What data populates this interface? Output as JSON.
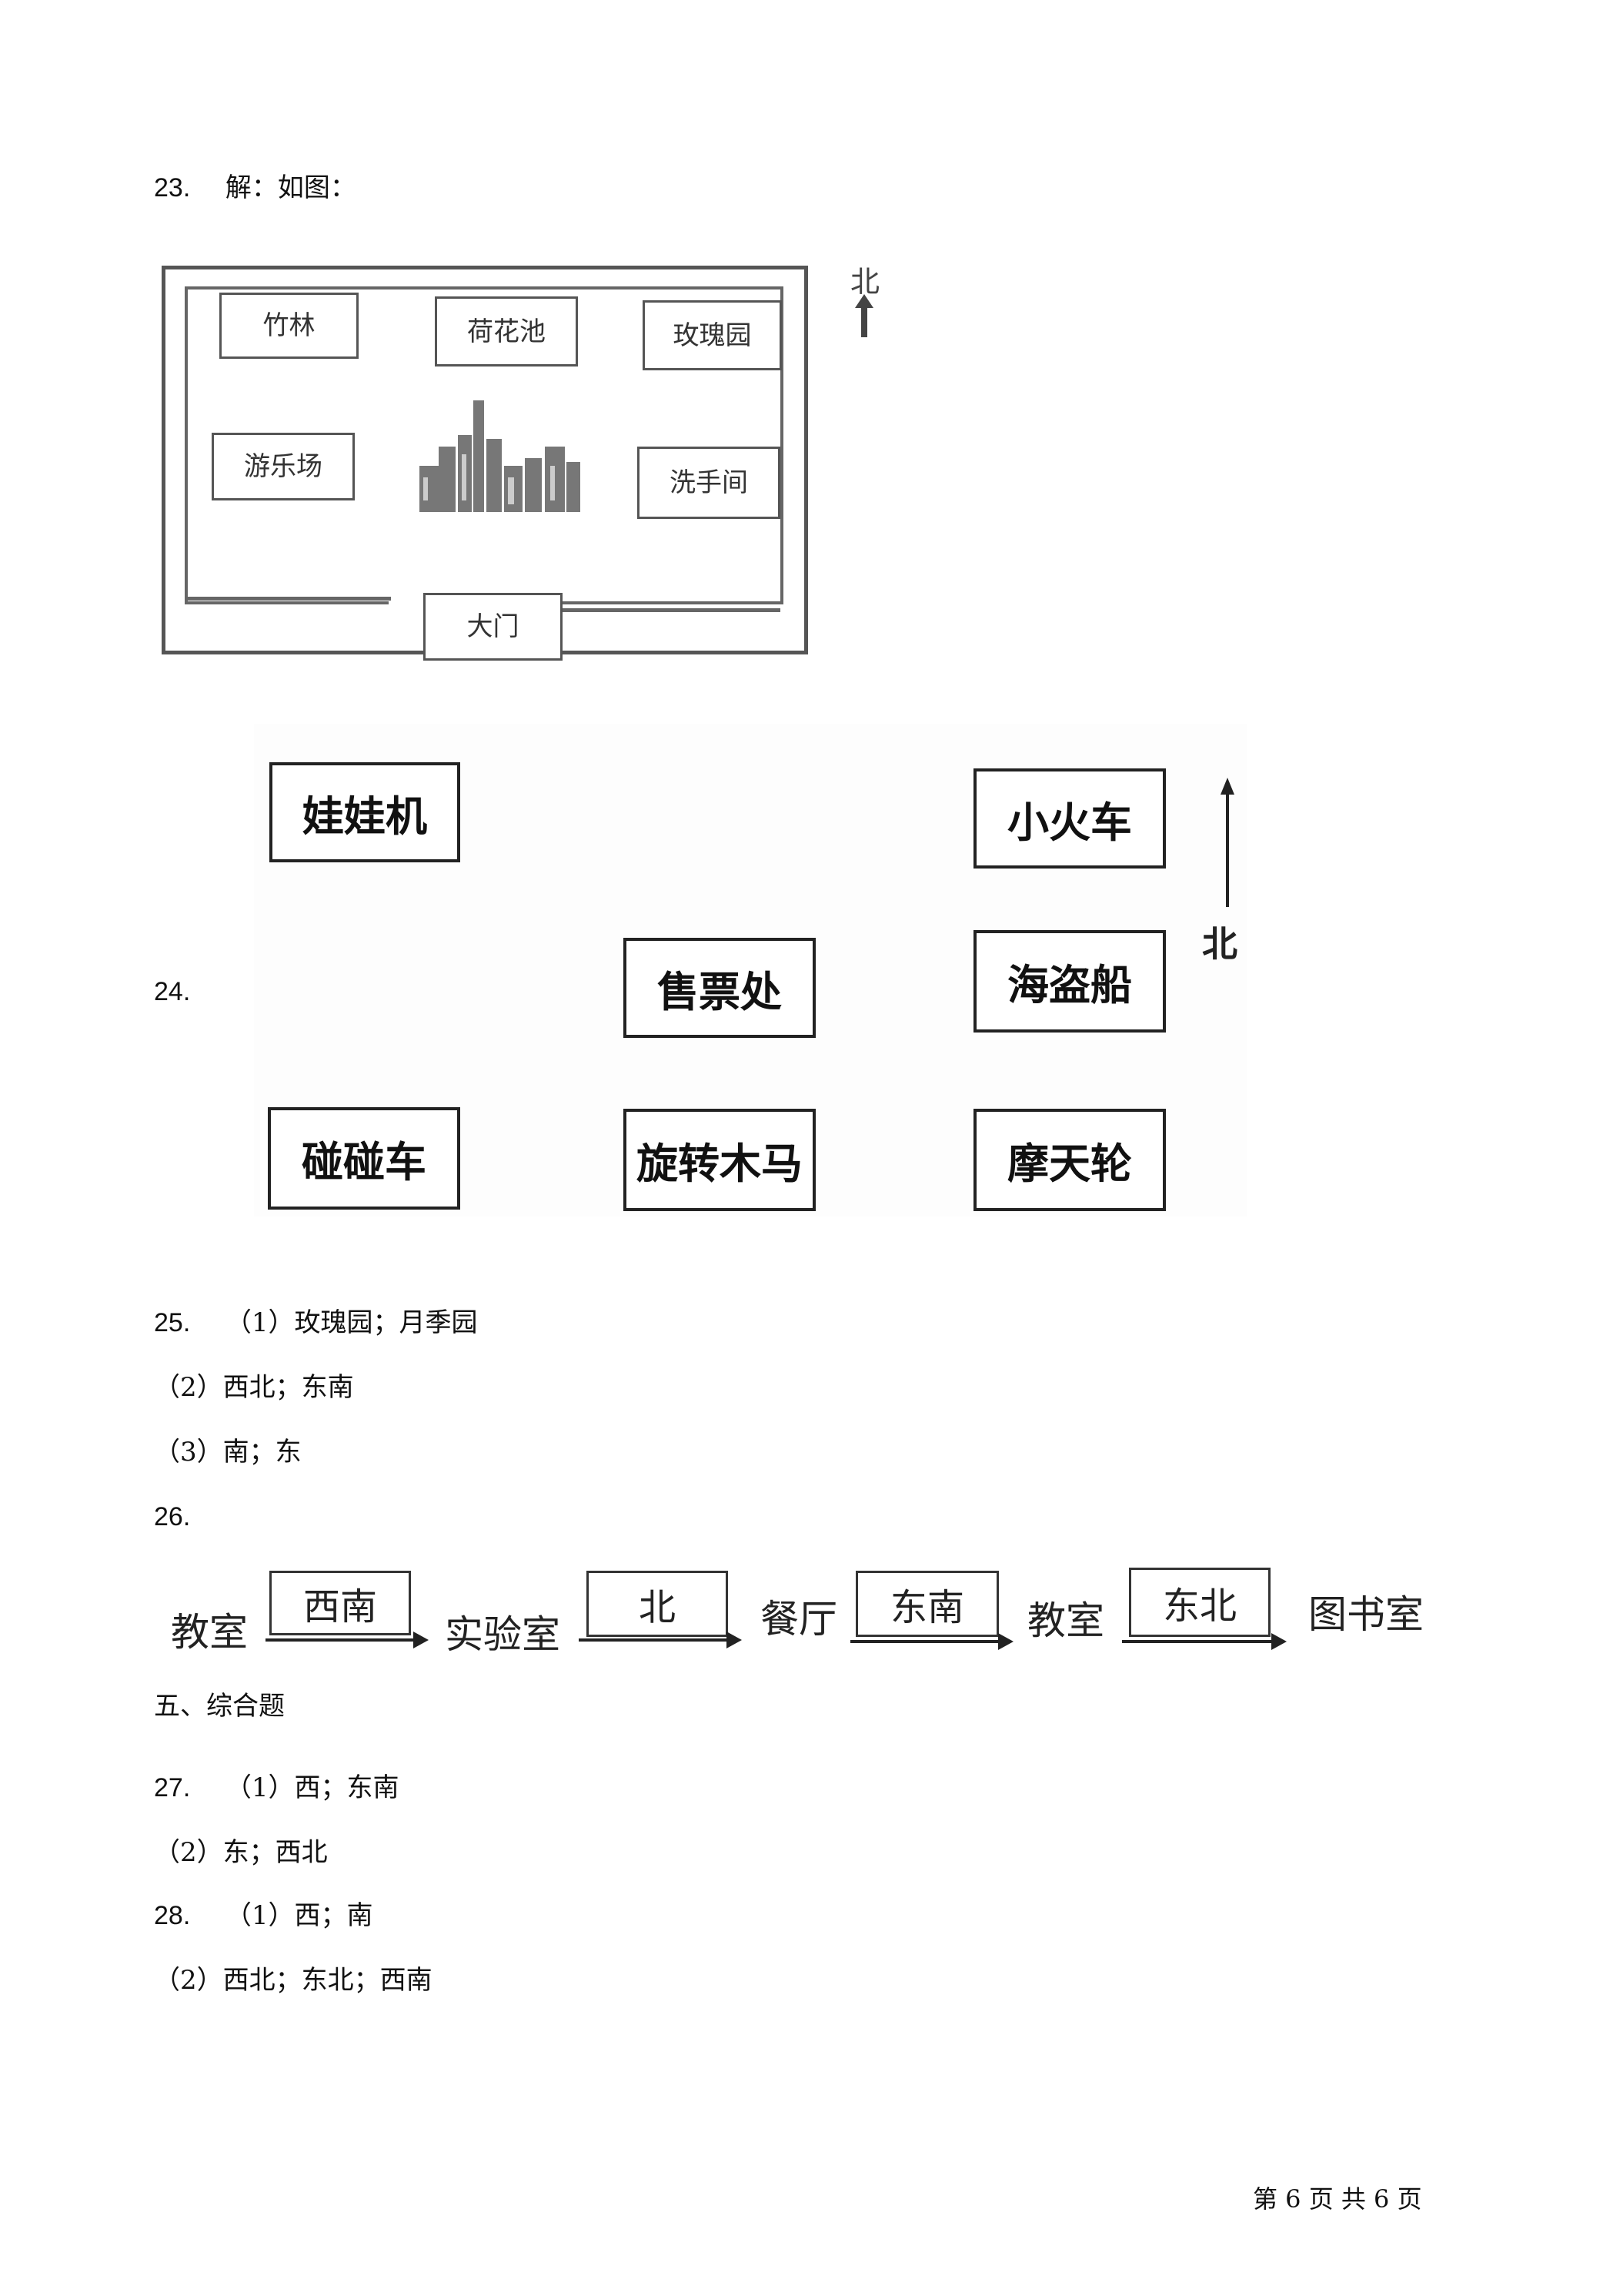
{
  "q23": {
    "label": "23.",
    "text": "解：如图：",
    "north": "北",
    "places": {
      "bamboo": "竹林",
      "lotus": "荷花池",
      "rose": "玫瑰园",
      "playground": "游乐场",
      "restroom": "洗手间",
      "gate": "大门"
    }
  },
  "q24": {
    "label": "24.",
    "north": "北",
    "places": {
      "claw": "娃娃机",
      "train": "小火车",
      "ticket": "售票处",
      "pirate": "海盗船",
      "bumper": "碰碰车",
      "carousel": "旋转木马",
      "ferris": "摩天轮"
    }
  },
  "q25": {
    "label": "25.",
    "lines": [
      "（1）玫瑰园；月季园",
      "（2）西北；东南",
      "（3）南；东"
    ]
  },
  "q26": {
    "label": "26.",
    "stops": [
      "教室",
      "实验室",
      "餐厅",
      "教室",
      "图书室"
    ],
    "directions": [
      "西南",
      "北",
      "东南",
      "东北"
    ]
  },
  "section5": {
    "title": "五、综合题"
  },
  "q27": {
    "label": "27.",
    "lines": [
      "（1）西；东南",
      "（2）东；西北"
    ]
  },
  "q28": {
    "label": "28.",
    "lines": [
      "（1）西；南",
      "（2）西北；东北；西南"
    ]
  },
  "footer": {
    "page": "第 6 页 共 6 页"
  }
}
